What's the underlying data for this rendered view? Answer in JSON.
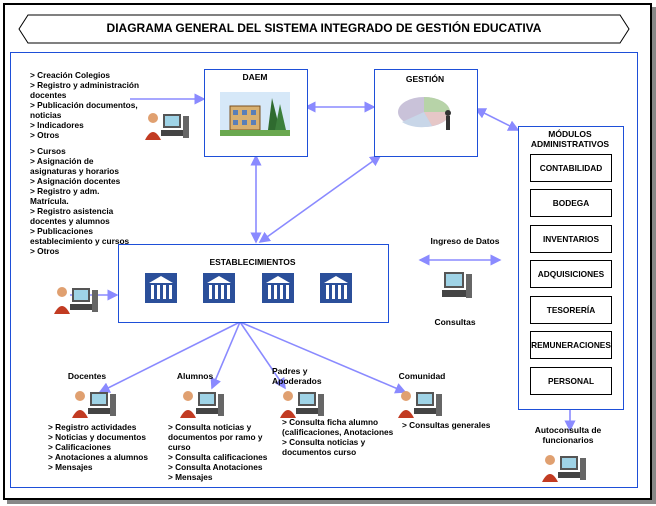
{
  "title": "DIAGRAMA GENERAL DEL SISTEMA INTEGRADO DE GESTIÓN EDUCATIVA",
  "daem": {
    "label": "DAEM"
  },
  "gestion": {
    "label": "GESTIÓN"
  },
  "establecimientos": {
    "label": "ESTABLECIMIENTOS"
  },
  "modulos": {
    "header": "MÓDULOS ADMINISTRATIVOS",
    "items": [
      "CONTABILIDAD",
      "BODEGA",
      "INVENTARIOS",
      "ADQUISICIONES",
      "TESORERÍA",
      "REMUNERACIONES",
      "PERSONAL"
    ]
  },
  "daem_list": [
    "> Creación Colegios",
    "> Registro y administración docentes",
    "> Publicación documentos, noticias",
    "> Indicadores",
    "> Otros"
  ],
  "estab_list": [
    "> Cursos",
    "> Asignación de asignaturas y horarios",
    "> Asignación docentes",
    "> Registro y adm. Matrícula.",
    "> Registro asistencia docentes y alumnos",
    "> Publicaciones establecimiento y cursos",
    "> Otros"
  ],
  "ingreso": "Ingreso de Datos",
  "consultas": "Consultas",
  "autoconsulta": "Autoconsulta de funcionarios",
  "groups": {
    "docentes": {
      "label": "Docentes",
      "items": [
        "> Registro actividades",
        "> Noticias y documentos",
        "> Calificaciones",
        "> Anotaciones a alumnos",
        "> Mensajes"
      ]
    },
    "alumnos": {
      "label": "Alumnos",
      "items": [
        "> Consulta noticias y documentos por ramo y curso",
        "> Consulta calificaciones",
        "> Consulta Anotaciones",
        "> Mensajes"
      ]
    },
    "padres": {
      "label": "Padres y Apoderados",
      "items": [
        "> Consulta ficha alumno (calificaciones, Anotaciones",
        "> Consulta noticias y documentos curso"
      ]
    },
    "comunidad": {
      "label": "Comunidad",
      "items": [
        "> Consultas generales"
      ]
    }
  }
}
